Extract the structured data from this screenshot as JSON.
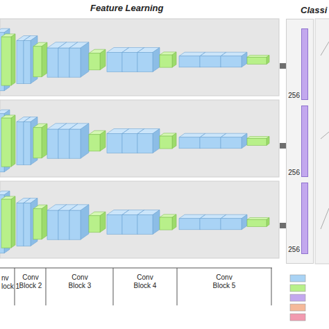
{
  "diagram": {
    "title": "Feature Learning",
    "nodes": [
      {
        "text": [
          "Classi"
        ]
      },
      {
        "text": [
          "256"
        ],
        "in": 0
      },
      {
        "text": [
          "256"
        ],
        "in": 0
      },
      {
        "text": [
          "256"
        ],
        "in": 0
      }
    ],
    "labels": [
      "nv",
      "lock 1",
      "Conv Block 2",
      "Conv Block 3",
      "Conv Block 4",
      "Conv Block 5"
    ]
  }
}
